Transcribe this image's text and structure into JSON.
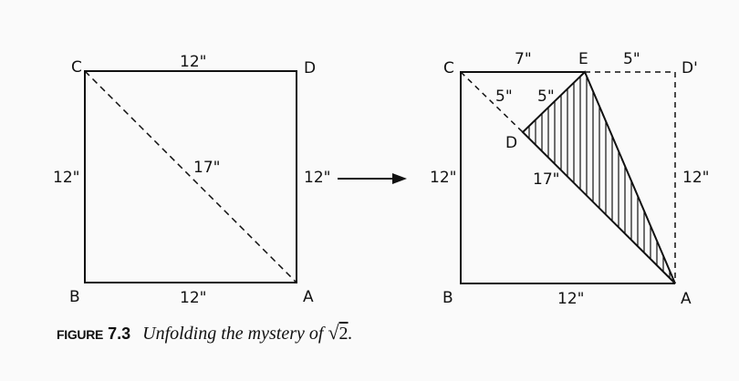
{
  "left_square": {
    "labels": {
      "c": "C",
      "d": "D",
      "b": "B",
      "a": "A"
    },
    "top": "12\"",
    "left": "12\"",
    "right": "12\"",
    "bottom": "12\"",
    "diagonal": "17\""
  },
  "right_square": {
    "labels": {
      "c": "C",
      "e": "E",
      "d_prime": "D'",
      "d": "D",
      "b": "B",
      "a": "A"
    },
    "ce": "7\"",
    "ed_prime": "5\"",
    "cd": "5\"",
    "de": "5\"",
    "da": "17\"",
    "left": "12\"",
    "right": "12\"",
    "bottom": "12\""
  },
  "caption": {
    "lead": "FIGURE",
    "number": "7.3",
    "text": "Unfolding the mystery of",
    "radical": "√",
    "radicand": "2",
    "period": "."
  },
  "colors": {
    "line": "#111111",
    "background": "#fafafa"
  }
}
